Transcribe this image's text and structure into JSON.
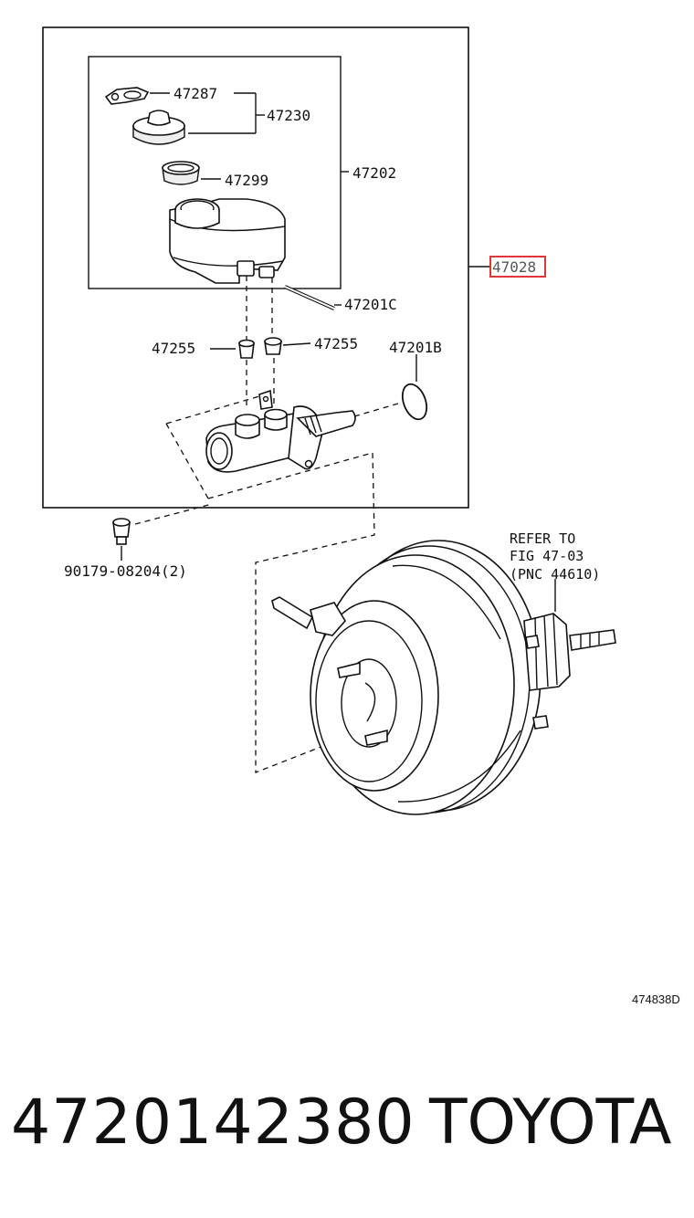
{
  "labels": {
    "p47287": "47287",
    "p47230": "47230",
    "p47299": "47299",
    "p47202": "47202",
    "p47028": "47028",
    "p47201c": "47201C",
    "p47255a": "47255",
    "p47255b": "47255",
    "p47201b": "47201B",
    "p90179": "90179-08204(2)"
  },
  "refer_note": {
    "line1": "REFER TO",
    "line2": "FIG 47-03",
    "line3": "(PNC 44610)"
  },
  "figure_code": "474838D",
  "footer": {
    "part_number": "4720142380",
    "brand": "TOYOTA"
  },
  "colors": {
    "highlight_box": "#e0383a",
    "line": "#111111"
  }
}
